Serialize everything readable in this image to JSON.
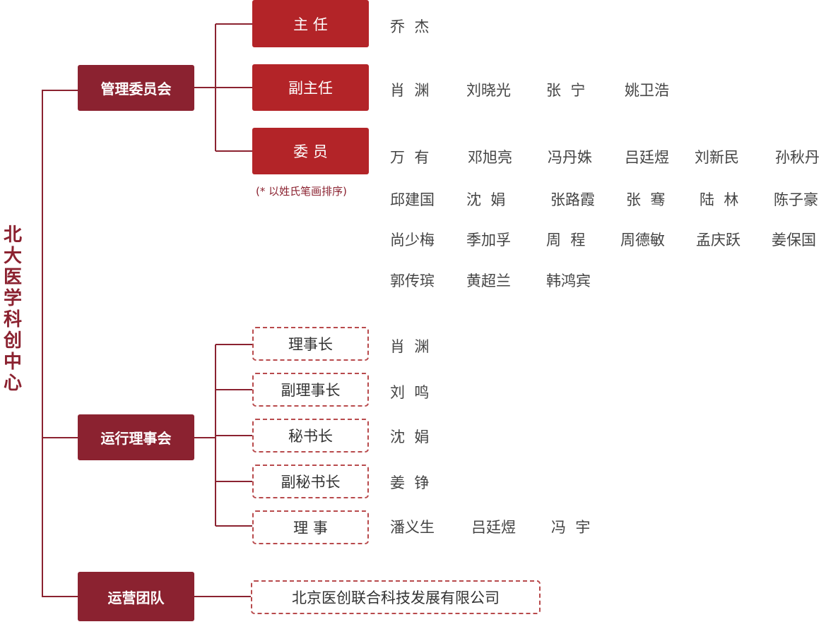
{
  "org_title": [
    "北",
    "大",
    "医",
    "学",
    "科",
    "创",
    "中",
    "心"
  ],
  "sections": {
    "management": "管理委员会",
    "operations_council": "运行理事会",
    "ops_team": "运营团队"
  },
  "management_roles": {
    "director": "主 任",
    "deputy_director": "副主任",
    "members": "委 员"
  },
  "members_note": "(* 以姓氏笔画排序)",
  "management_people": {
    "director": [
      "乔  杰"
    ],
    "deputy_director": [
      "肖  渊",
      "刘晓光",
      "张  宁",
      "姚卫浩"
    ],
    "members": [
      [
        "万  有",
        "邓旭亮",
        "冯丹姝",
        "吕廷煜",
        "刘新民",
        "孙秋丹"
      ],
      [
        "邱建国",
        "沈  娟",
        "张路霞",
        "张  骞",
        "陆  林",
        "陈子豪"
      ],
      [
        "尚少梅",
        "季加孚",
        "周  程",
        "周德敏",
        "孟庆跃",
        "姜保国"
      ],
      [
        "郭传瑸",
        "黄超兰",
        "韩鸿宾"
      ]
    ]
  },
  "council_roles": {
    "chairman": "理事长",
    "vice_chairman": "副理事长",
    "secretary_general": "秘书长",
    "deputy_secretary_general": "副秘书长",
    "directors": "理  事"
  },
  "council_people": {
    "chairman": [
      "肖  渊"
    ],
    "vice_chairman": [
      "刘  鸣"
    ],
    "secretary_general": [
      "沈  娟"
    ],
    "deputy_secretary_general": [
      "姜  铮"
    ],
    "directors": [
      "潘义生",
      "吕廷煜",
      "冯  宇"
    ]
  },
  "ops_company": "北京医创联合科技发展有限公司",
  "colors": {
    "section_bg": "#8b2230",
    "role_bg": "#b32428",
    "dash_border": "#b84a4c",
    "line": "#8b2230"
  }
}
